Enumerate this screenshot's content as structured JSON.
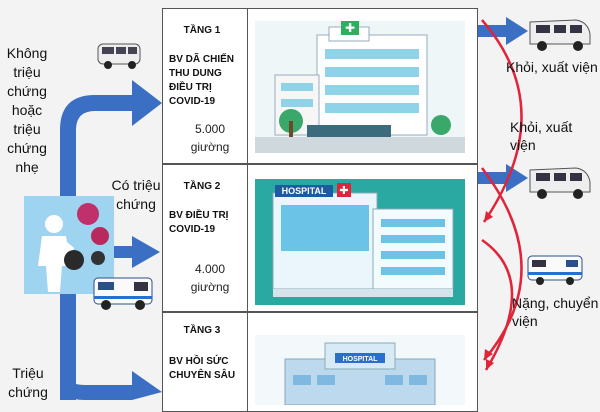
{
  "left": {
    "mild_text": "Không triệu chứng hoặc triệu chứng nhẹ",
    "symptom_text": "Có triệu chứng",
    "severe_text": "Triệu chứng"
  },
  "tiers": [
    {
      "label": "TẦNG 1",
      "name": "BV DÃ CHIẾN THU DUNG ĐIỀU TRỊ COVID-19",
      "beds_num": "5.000",
      "beds_unit": "giường"
    },
    {
      "label": "TẦNG 2",
      "name": "BV ĐIỀU TRỊ COVID-19",
      "beds_num": "4.000",
      "beds_unit": "giường",
      "sign": "HOSPITAL"
    },
    {
      "label": "TẦNG 3",
      "name": "BV HỒI SỨC CHUYÊN SÂU",
      "sign": "HOSPITAL"
    }
  ],
  "right": {
    "discharge1": "Khỏi, xuất viện",
    "discharge2": "Khỏi, xuất viện",
    "transfer": "Nặng, chuyển viện"
  },
  "colors": {
    "arrow_blue": "#3a6fc4",
    "arrow_red": "#e0243a"
  }
}
